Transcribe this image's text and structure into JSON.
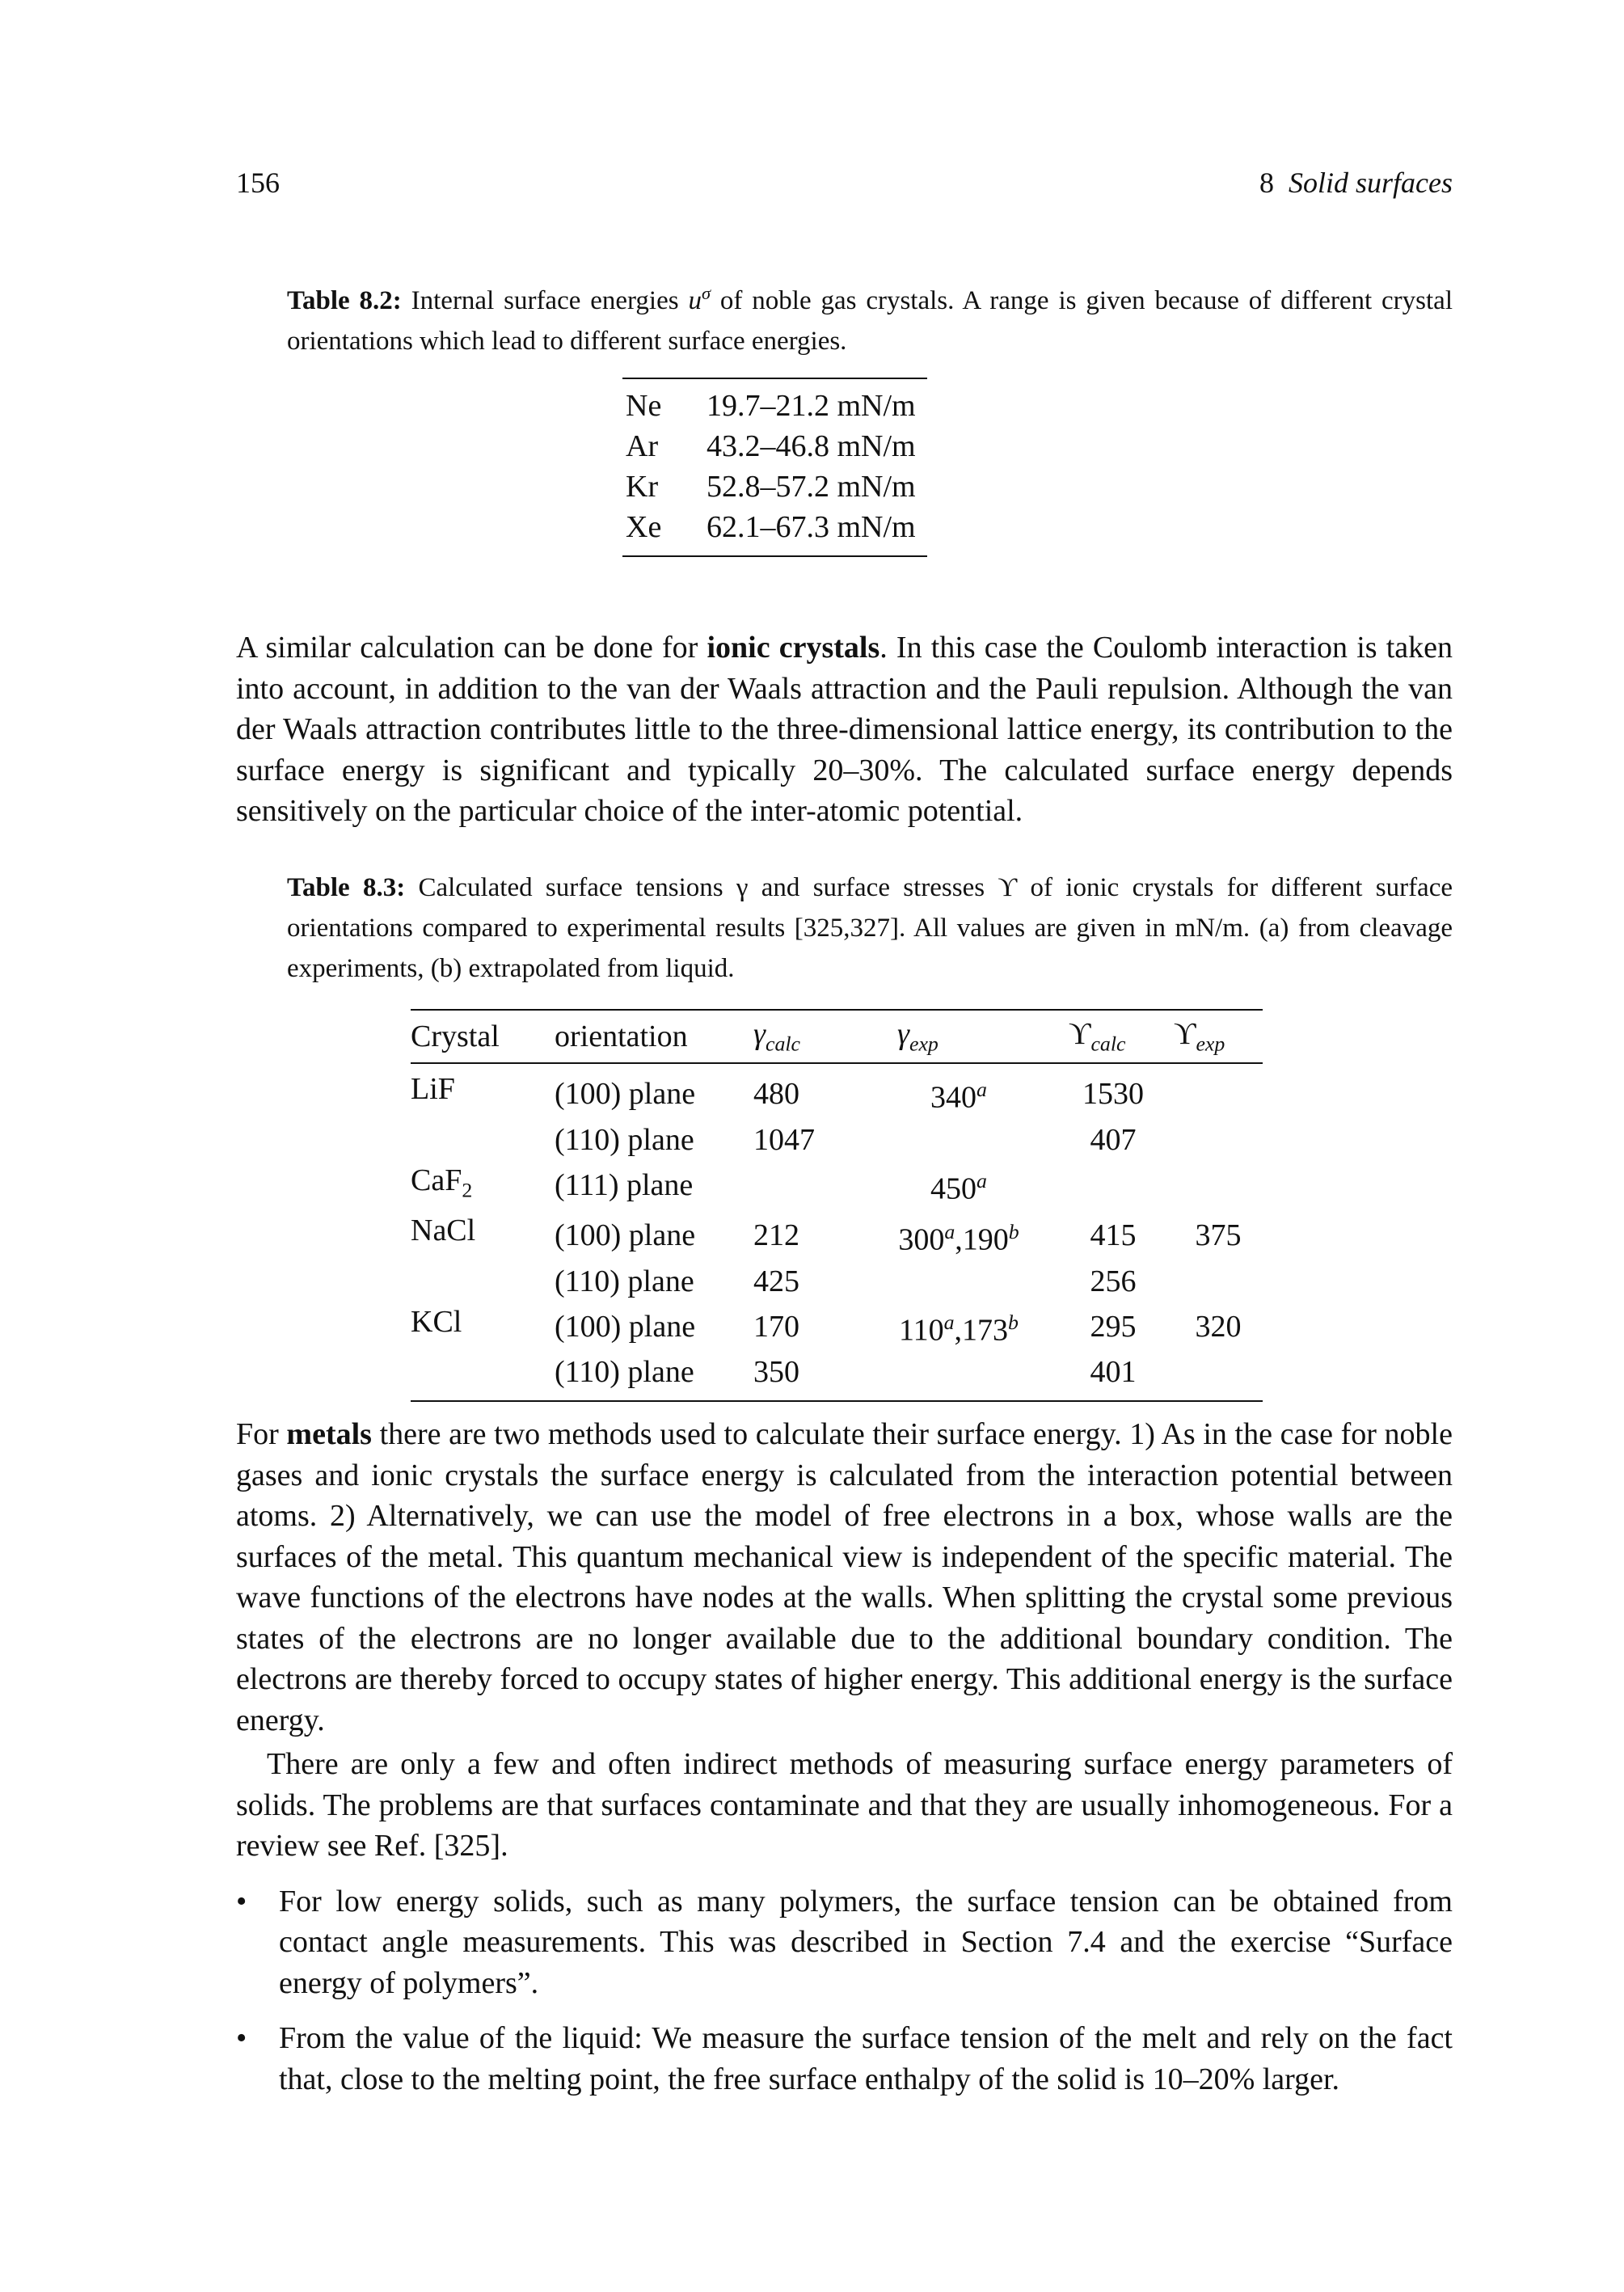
{
  "header": {
    "page_number": "156",
    "chapter_number": "8",
    "chapter_title": "Solid surfaces"
  },
  "table82": {
    "label": "Table 8.2:",
    "caption_a": " Internal surface energies ",
    "caption_sym": "u",
    "caption_sup": "σ",
    "caption_b": " of noble gas crystals. A range is given because of different crystal orientations which lead to different surface energies.",
    "rows": [
      {
        "el": "Ne",
        "val": "19.7–21.2 mN/m"
      },
      {
        "el": "Ar",
        "val": "43.2–46.8 mN/m"
      },
      {
        "el": "Kr",
        "val": "52.8–57.2 mN/m"
      },
      {
        "el": "Xe",
        "val": "62.1–67.3 mN/m"
      }
    ]
  },
  "para_ionic": {
    "pre": "A similar calculation can be done for ",
    "bold": "ionic crystals",
    "post": ". In this case the Coulomb interaction is taken into account, in addition to the van der Waals attraction and the Pauli repulsion. Although the van der Waals attraction contributes little to the three-dimensional lattice energy, its contribution to the surface energy is significant and typically 20–30%. The calculated surface energy depends sensitively on the particular choice of the inter-atomic potential."
  },
  "table83": {
    "label": "Table 8.3:",
    "caption": " Calculated surface tensions γ and surface stresses ϒ of ionic crystals for different surface orientations compared to experimental results [325,327]. All values are given in mN/m. (a) from cleavage experiments, (b) extrapolated from liquid.",
    "head": {
      "crystal": "Crystal",
      "orientation": "orientation",
      "g_sym": "γ",
      "g_calc_sub": "calc",
      "g_exp_sub": "exp",
      "u_sym": "ϒ",
      "u_calc_sub": "calc",
      "u_exp_sub": "exp"
    },
    "rows": [
      {
        "crystal": "LiF",
        "sub": "",
        "orientation": "(100) plane",
        "g_calc": "480",
        "g_exp": "340",
        "g_exp_sup": "a",
        "g_exp2": "",
        "g_exp2_sup": "",
        "u_calc": "1530",
        "u_exp": ""
      },
      {
        "crystal": "",
        "sub": "",
        "orientation": "(110) plane",
        "g_calc": "1047",
        "g_exp": "",
        "g_exp_sup": "",
        "g_exp2": "",
        "g_exp2_sup": "",
        "u_calc": "407",
        "u_exp": ""
      },
      {
        "crystal": "CaF",
        "sub": "2",
        "orientation": "(111) plane",
        "g_calc": "",
        "g_exp": "450",
        "g_exp_sup": "a",
        "g_exp2": "",
        "g_exp2_sup": "",
        "u_calc": "",
        "u_exp": ""
      },
      {
        "crystal": "NaCl",
        "sub": "",
        "orientation": "(100) plane",
        "g_calc": "212",
        "g_exp": "300",
        "g_exp_sup": "a",
        "g_exp2": ",190",
        "g_exp2_sup": "b",
        "u_calc": "415",
        "u_exp": "375"
      },
      {
        "crystal": "",
        "sub": "",
        "orientation": "(110) plane",
        "g_calc": "425",
        "g_exp": "",
        "g_exp_sup": "",
        "g_exp2": "",
        "g_exp2_sup": "",
        "u_calc": "256",
        "u_exp": ""
      },
      {
        "crystal": "KCl",
        "sub": "",
        "orientation": "(100) plane",
        "g_calc": "170",
        "g_exp": "110",
        "g_exp_sup": "a",
        "g_exp2": ",173",
        "g_exp2_sup": "b",
        "u_calc": "295",
        "u_exp": "320"
      },
      {
        "crystal": "",
        "sub": "",
        "orientation": "(110) plane",
        "g_calc": "350",
        "g_exp": "",
        "g_exp_sup": "",
        "g_exp2": "",
        "g_exp2_sup": "",
        "u_calc": "401",
        "u_exp": ""
      }
    ]
  },
  "para_metals": {
    "pre": "For ",
    "bold": "metals",
    "post": " there are two methods used to calculate their surface energy. 1) As in the case for noble gases and ionic crystals the surface energy is calculated from the interaction potential between atoms. 2) Alternatively, we can use the model of free electrons in a box, whose walls are the surfaces of the metal. This quantum mechanical view is independent of the specific material. The wave functions of the electrons have nodes at the walls. When splitting the crystal some previous states of the electrons are no longer available due to the additional boundary condition. The electrons are thereby forced to occupy states of higher energy. This additional energy is the surface energy."
  },
  "para_measure": "There are only a few and often indirect methods of measuring surface energy parameters of solids. The problems are that surfaces contaminate and that they are usually inhomogeneous. For a review see Ref. [325].",
  "bullets": [
    "For low energy solids, such as many polymers, the surface tension can be obtained from contact angle measurements. This was described in Section 7.4 and the exercise “Surface energy of polymers”.",
    "From the value of the liquid: We measure the surface tension of the melt and rely on the fact that, close to the melting point, the free surface enthalpy of the solid is 10–20% larger."
  ],
  "bullet_symbol": "•"
}
